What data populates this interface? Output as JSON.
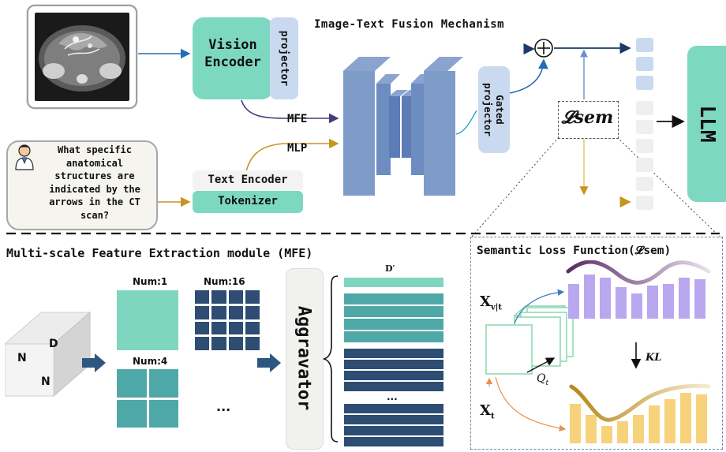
{
  "fusion_title": "Image-Text Fusion Mechanism",
  "vision_encoder": {
    "label": "Vision\nEncoder",
    "projector": "projector"
  },
  "gated_projector": "Gated\nprojector",
  "mfe_label": "MFE",
  "mlp_label": "MLP",
  "loss_symbol": "𝓛sem",
  "llm": "LLM",
  "question": "What specific\nanatomical\nstructures are\nindicated by the\narrows in the CT\nscan?",
  "text_encoder": "Text Encoder",
  "tokenizer": "Tokenizer",
  "mfe_module": {
    "title": "Multi-scale Feature Extraction module (MFE)",
    "cube_labels": {
      "n_top": "N",
      "n_side": "N",
      "d": "D"
    },
    "num_1": "Num:1",
    "num_16": "Num:16",
    "num_4": "Num:4",
    "ellipsis": "...",
    "aggravator": "Aggravator",
    "d_prime": "D′",
    "stack_ellipsis": "..."
  },
  "semantic_loss": {
    "title": "Semantic Loss Function(𝓛sem)",
    "x_vt": "X",
    "x_vt_sub": "v|t",
    "x_t": "X",
    "x_t_sub": "t",
    "q_t": "Q",
    "q_t_sub": "t",
    "kl": "KL"
  },
  "colors": {
    "teal": "#7dd8c2",
    "light_blue": "#c9d9ef",
    "navy": "#2d4d72",
    "mid_teal": "#4fa8a8",
    "purple": "#b9a8f0",
    "gold": "#f6d37a",
    "arrow_blue": "#1f6fb5",
    "arrow_gold": "#d4a12a",
    "arrow_purple": "#5b3f8a"
  }
}
